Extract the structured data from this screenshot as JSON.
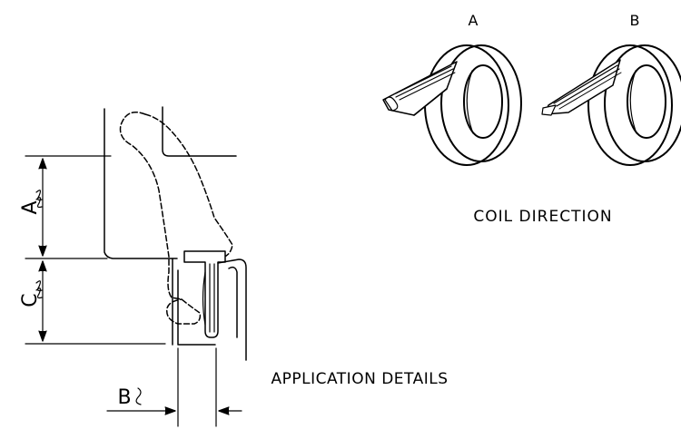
{
  "colors": {
    "ink": "#000000",
    "background": "#ffffff"
  },
  "coil_section": {
    "caption": "COIL DIRECTION",
    "coils": [
      {
        "label": "A"
      },
      {
        "label": "B"
      }
    ]
  },
  "application_section": {
    "caption": "APPLICATION DETAILS",
    "dimensions": [
      {
        "label": "A"
      },
      {
        "label": "C"
      },
      {
        "label": "B"
      }
    ]
  }
}
